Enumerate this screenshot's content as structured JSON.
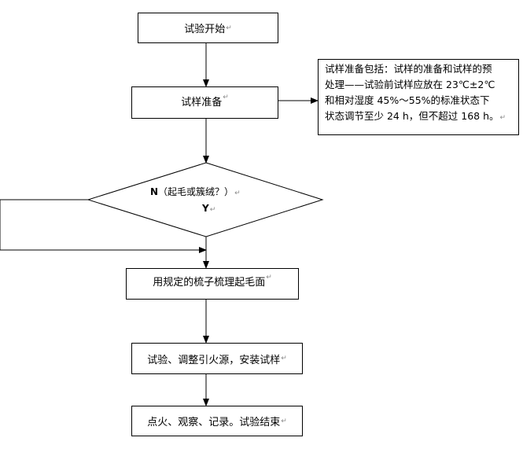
{
  "flow": {
    "start": "试验开始",
    "prep": "试样准备",
    "decision": {
      "line1_bold": "N",
      "line1_text": "（起毛或簇绒？）",
      "line2_bold": "Y"
    },
    "comb": "用规定的梳子梳理起毛面",
    "setup": "试验、调整引火源，安装试样",
    "end": "点火、观察、记录。试验结束"
  },
  "note": {
    "lines": [
      "试样准备包括：试样的准备和试样的预",
      "处理——试验前试样应放在 23℃±2℃",
      "和相对湿度 45%～55%的标准状态下",
      "状态调节至少 24 h，但不超过 168 h。"
    ]
  },
  "return_mark": "↵"
}
